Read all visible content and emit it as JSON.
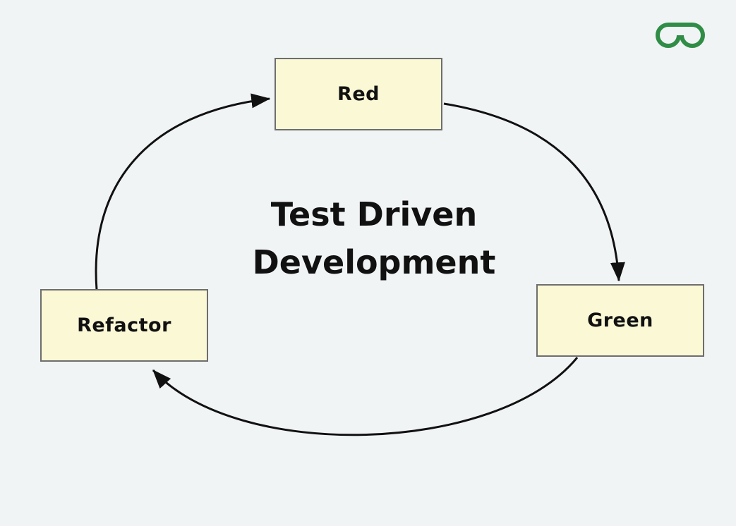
{
  "page": {
    "background_color": "#f1f4f5"
  },
  "logo": {
    "name": "GeeksforGeeks",
    "color": "#2f8d46"
  },
  "title": {
    "line1": "Test Driven",
    "line2": "Development",
    "color": "#111111"
  },
  "diagram": {
    "type": "cycle",
    "nodes": [
      {
        "id": "red",
        "label": "Red"
      },
      {
        "id": "green",
        "label": "Green"
      },
      {
        "id": "refactor",
        "label": "Refactor"
      }
    ],
    "edges": [
      {
        "from": "red",
        "to": "green"
      },
      {
        "from": "green",
        "to": "refactor"
      },
      {
        "from": "refactor",
        "to": "red"
      }
    ],
    "node_fill_color": "#fbf8d6",
    "node_border_color": "#6e6e6e",
    "arrow_color": "#111111"
  }
}
